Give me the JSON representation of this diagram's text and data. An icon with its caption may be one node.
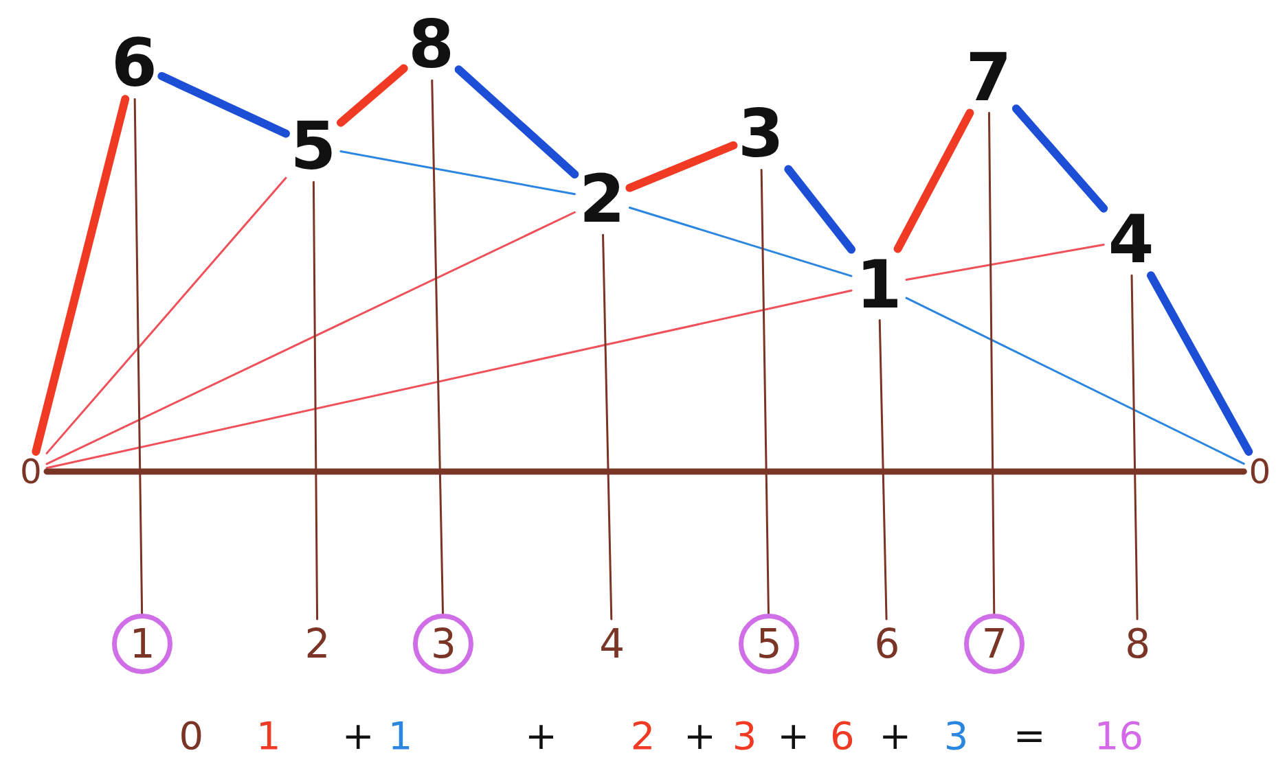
{
  "diagram": {
    "nodes": [
      {
        "text": [
          "0"
        ]
      },
      {
        "text": [
          "6"
        ]
      },
      {
        "text": [
          "5"
        ]
      },
      {
        "text": [
          "8"
        ]
      },
      {
        "text": [
          "2"
        ]
      },
      {
        "text": [
          "3"
        ]
      },
      {
        "text": [
          "7"
        ]
      },
      {
        "text": [
          "1"
        ]
      },
      {
        "text": [
          "4"
        ]
      },
      {
        "text": [
          "0"
        ]
      },
      {
        "text": [
          "1"
        ]
      },
      {
        "text": [
          "2"
        ]
      },
      {
        "text": [
          "3"
        ]
      },
      {
        "text": [
          "4"
        ]
      },
      {
        "text": [
          "5"
        ]
      },
      {
        "text": [
          "6"
        ]
      },
      {
        "text": [
          "7"
        ]
      },
      {
        "text": [
          "8"
        ]
      }
    ],
    "edges": [
      {
        "from": 0,
        "to": 1,
        "arrow": "none",
        "style": "thick",
        "color": "#f03a24"
      },
      {
        "from": 1,
        "to": 2,
        "arrow": "none",
        "style": "thick",
        "color": "#1d4fd6"
      },
      {
        "from": 2,
        "to": 3,
        "arrow": "none",
        "style": "thick",
        "color": "#f03a24"
      },
      {
        "from": 3,
        "to": 4,
        "arrow": "none",
        "style": "thick",
        "color": "#1d4fd6"
      },
      {
        "from": 4,
        "to": 5,
        "arrow": "none",
        "style": "thick",
        "color": "#f03a24"
      },
      {
        "from": 5,
        "to": 7,
        "arrow": "none",
        "style": "thick",
        "color": "#1d4fd6"
      },
      {
        "from": 7,
        "to": 6,
        "arrow": "none",
        "style": "thick",
        "color": "#f03a24"
      },
      {
        "from": 6,
        "to": 8,
        "arrow": "none",
        "style": "thick",
        "color": "#1d4fd6"
      },
      {
        "from": 8,
        "to": 9,
        "arrow": "none",
        "style": "thick",
        "color": "#1d4fd6"
      },
      {
        "from": 0,
        "to": 2,
        "arrow": "none",
        "color": "#f0505a"
      },
      {
        "from": 0,
        "to": 4,
        "arrow": "none",
        "color": "#f0505a"
      },
      {
        "from": 0,
        "to": 7,
        "arrow": "none",
        "color": "#f0505a"
      },
      {
        "from": 2,
        "to": 4,
        "arrow": "none",
        "color": "#2a86e0"
      },
      {
        "from": 4,
        "to": 7,
        "arrow": "none",
        "color": "#2a86e0"
      },
      {
        "from": 7,
        "to": 8,
        "arrow": "none",
        "color": "#f0505a"
      },
      {
        "from": 7,
        "to": 9,
        "arrow": "none",
        "color": "#2a86e0"
      },
      {
        "from": 0,
        "to": 9,
        "arrow": "none",
        "style": "thick"
      },
      {
        "from": 1,
        "to": 10,
        "arrow": "none"
      },
      {
        "from": 2,
        "to": 11,
        "arrow": "none"
      },
      {
        "from": 3,
        "to": 12,
        "arrow": "none"
      },
      {
        "from": 4,
        "to": 13,
        "arrow": "none"
      },
      {
        "from": 5,
        "to": 14,
        "arrow": "none"
      },
      {
        "from": 7,
        "to": 15,
        "arrow": "none"
      },
      {
        "from": 6,
        "to": 16,
        "arrow": "none"
      },
      {
        "from": 8,
        "to": 17,
        "arrow": "none"
      }
    ],
    "labels": [
      "0",
      "1",
      "+",
      "1",
      "+",
      "2",
      "+",
      "3",
      "+",
      "6",
      "+",
      "3",
      "=",
      "16"
    ]
  }
}
